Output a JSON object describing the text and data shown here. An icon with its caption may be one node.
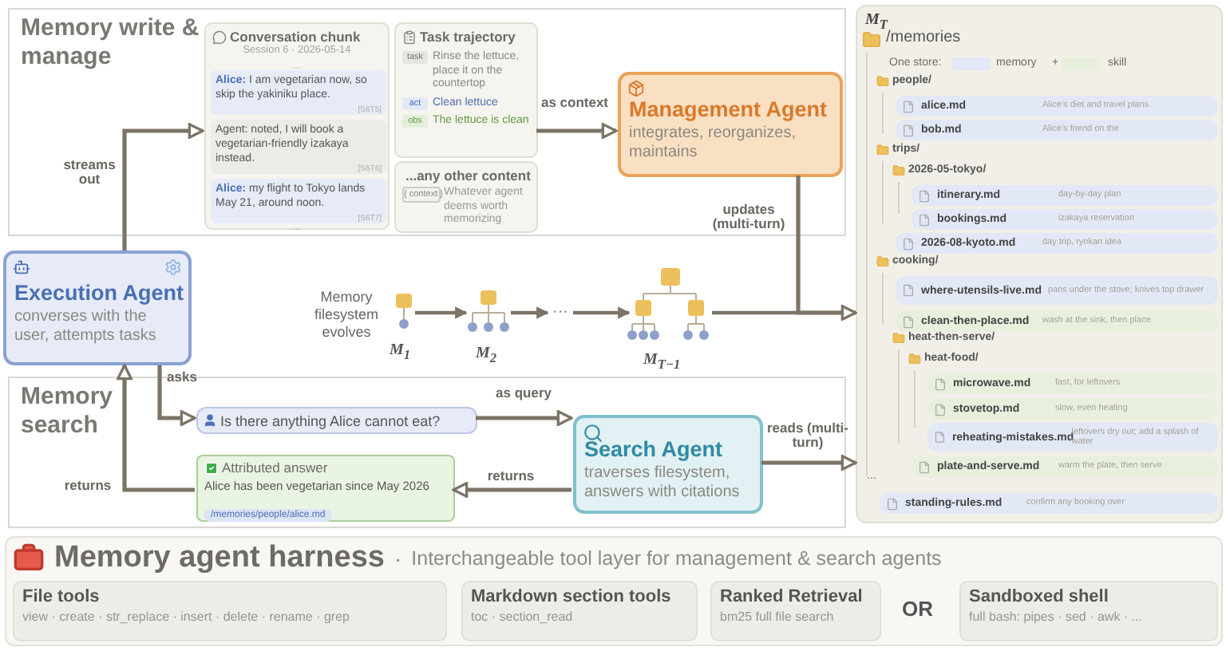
{
  "diagram": {
    "nodes": [
      {
        "text": [
          "Memory write & manage"
        ]
      },
      {
        "text": [
          "Conversation chunk",
          "Session 6 · 2026-05-14",
          "...",
          "..."
        ],
        "in": 0
      },
      {
        "text": [
          "**Alice:** I am vegetarian now, so skip the yakiniku place.",
          "[S6T5]"
        ],
        "in": 1
      },
      {
        "text": [
          "Agent: noted, I will book a vegetarian-friendly izakaya instead.",
          "[S6T6]"
        ],
        "in": 1
      },
      {
        "text": [
          "**Alice:** my flight to Tokyo lands May 21, around noon.",
          "[S6T7]"
        ],
        "in": 1
      },
      {
        "text": [
          "Task trajectory",
          "task",
          "Rinse the lettuce, place it on the countertop",
          "act",
          "Clean lettuce",
          "obs",
          "The lettuce is clean"
        ],
        "in": 0
      },
      {
        "text": [
          "...any other content",
          "{ context }",
          "Whatever agent deems worth memorizing"
        ],
        "in": 0
      },
      {
        "text": [
          "Management Agent",
          "integrates, reorganizes, maintains"
        ],
        "in": 0
      },
      {
        "text": [
          "Execution Agent",
          "converses with the user, attempts tasks"
        ]
      },
      {
        "text": [],
        "shape": "tree",
        "beside": [
          "M$_{1}$"
        ]
      },
      {
        "text": [],
        "shape": "tree",
        "beside": [
          "M$_{2}$"
        ]
      },
      {
        "text": [
          "···"
        ]
      },
      {
        "text": [],
        "shape": "tree",
        "beside": [
          "M$_{T−1}$"
        ]
      },
      {
        "text": [
          "Memory search"
        ]
      },
      {
        "text": [
          "Is there anything Alice cannot eat?"
        ],
        "in": 13
      },
      {
        "text": [
          "Search Agent",
          "traverses filesystem, answers with citations"
        ],
        "in": 13
      },
      {
        "text": [
          "Attributed answer",
          "Alice has been vegetarian since May 2026",
          "/memories/people/alice.md"
        ],
        "in": 13
      },
      {
        "text": [
          "M$_{T}$"
        ]
      },
      {
        "text": [
          "alice.md",
          "Alice’s diet and travel plans"
        ],
        "in": 17
      },
      {
        "text": [
          "bob.md",
          "Alice’s friend on the"
        ],
        "in": 17
      },
      {
        "text": [
          "itinerary.md",
          "day-by-day plan"
        ],
        "in": 17
      },
      {
        "text": [
          "bookings.md",
          "izakaya reservation"
        ],
        "in": 17
      },
      {
        "text": [
          "2026-08-kyoto.md",
          "day trip, ryokan idea"
        ],
        "in": 17
      },
      {
        "text": [
          "where-utensils-live.md",
          "pans under the stove; knives top drawer"
        ],
        "in": 17
      },
      {
        "text": [
          "clean-then-place.md",
          "wash at the sink, then place"
        ],
        "in": 17
      },
      {
        "text": [
          "microwave.md",
          "fast, for leftovers"
        ],
        "in": 17
      },
      {
        "text": [
          "stovetop.md",
          "slow, even heating"
        ],
        "in": 17
      },
      {
        "text": [
          "reheating-mistakes.md",
          "leftovers dry out; add a splash of water"
        ],
        "in": 17
      },
      {
        "text": [
          "plate-and-serve.md",
          "warm the plate, then serve"
        ],
        "in": 17
      },
      {
        "text": [
          "standing-rules.md",
          "confirm any booking over"
        ],
        "in": 17
      },
      {
        "text": [
          "Memory agent harness",
          "·",
          "Interchangeable tool layer for management & search agents"
        ]
      },
      {
        "text": [
          "File tools",
          "view · create · str_replace · insert · delete · rename · grep"
        ],
        "in": 30
      },
      {
        "text": [
          "Markdown section tools",
          "toc · section_read"
        ],
        "in": 30
      },
      {
        "text": [
          "Ranked Retrieval",
          "bm25 full file search"
        ],
        "in": 30
      },
      {
        "text": [
          "Sandboxed shell",
          "full bash: pipes · sed · awk · ..."
        ],
        "in": 30
      }
    ],
    "edges": [
      {
        "from": 8,
        "to": 1,
        "arrow": "to",
        "label": "streams out"
      },
      {
        "from": 5,
        "to": 7,
        "arrow": "to",
        "label": "as context"
      },
      {
        "from": 9,
        "to": 10,
        "arrow": "to"
      },
      {
        "from": 10,
        "to": 11,
        "arrow": "to"
      },
      {
        "from": 11,
        "to": 12,
        "arrow": "to"
      },
      {
        "from": 12,
        "to": 17,
        "arrow": "to"
      },
      {
        "from": 7,
        "to": 17,
        "arrow": "to",
        "label": "updates (multi-turn)"
      },
      {
        "from": 8,
        "to": 14,
        "arrow": "to",
        "label": "asks"
      },
      {
        "from": 14,
        "to": 15,
        "arrow": "to",
        "label": "as query"
      },
      {
        "from": 15,
        "to": 17,
        "arrow": "to",
        "label": "reads (multi-turn)"
      },
      {
        "from": 15,
        "to": 16,
        "arrow": "to",
        "label": "returns"
      },
      {
        "from": 16,
        "to": 8,
        "arrow": "to",
        "label": "returns"
      }
    ],
    "labels": [
      "Memory filesystem evolves",
      "One store:",
      "+",
      "/memories",
      "people/",
      "trips/",
      "2026-05-tokyo/",
      "cooking/",
      "heat-then-serve/",
      "heat-food/",
      "...",
      "OR"
    ],
    "legend": [
      {
        "text": "memory",
        "color": "#e3e8f6"
      },
      {
        "text": "skill",
        "color": "#e8f0dd"
      }
    ]
  }
}
